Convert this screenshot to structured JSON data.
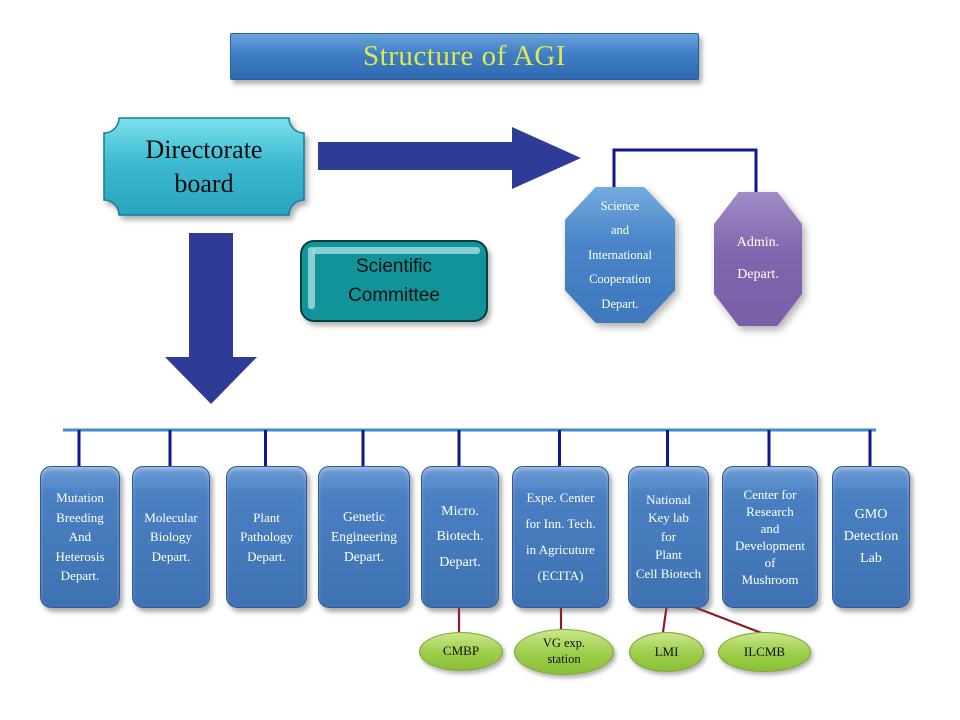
{
  "title_bar": {
    "label": "Structure of AGI"
  },
  "directorate_board": {
    "lines": [
      "Directorate",
      "board"
    ]
  },
  "scientific_committee": {
    "lines": [
      "Scientific",
      "Committee"
    ]
  },
  "support_departments": [
    {
      "lines": [
        "Science",
        "and",
        "International",
        "Cooperation",
        "Depart."
      ]
    },
    {
      "lines": [
        "Admin.",
        "Depart."
      ]
    }
  ],
  "departments": [
    {
      "lines": [
        "Mutation",
        "Breeding",
        "And",
        "Heterosis",
        "Depart."
      ]
    },
    {
      "lines": [
        "Molecular",
        "Biology",
        "Depart."
      ]
    },
    {
      "lines": [
        "Plant",
        "Pathology",
        "Depart."
      ]
    },
    {
      "lines": [
        "Genetic",
        "Engineering",
        "Depart."
      ]
    },
    {
      "lines": [
        "Micro.",
        "Biotech.",
        "Depart."
      ]
    },
    {
      "lines": [
        "Expe. Center",
        "for Inn. Tech.",
        "in Agricuture",
        "(ECITA)"
      ]
    },
    {
      "lines": [
        "National",
        "Key lab",
        "for",
        "Plant",
        "Cell Biotech"
      ]
    },
    {
      "lines": [
        "Center for",
        "Research",
        "and",
        "Development",
        "of",
        "Mushroom"
      ]
    },
    {
      "lines": [
        "GMO",
        "Detection",
        "Lab"
      ]
    }
  ],
  "sub_units": [
    {
      "lines": [
        "CMBP"
      ]
    },
    {
      "lines": [
        "VG exp.",
        "station"
      ]
    },
    {
      "lines": [
        "LMI"
      ]
    },
    {
      "lines": [
        "ILCMB"
      ]
    }
  ],
  "colors": {
    "title_text": "#dde94e",
    "title_fill": "#3f7ec6",
    "arrow_navy": "#2e3c98",
    "connector_navy": "#0b1794",
    "connector_row_blue": "#3e8ec6",
    "connector_red": "#8e1b21",
    "dept_blue": "#4a80c2",
    "octagon_blue": "#4a86c8",
    "octagon_purple": "#8166ae",
    "plaque_cyan": "#35b4cc",
    "committee_teal": "#10949a",
    "subunit_green": "#9ccd49"
  }
}
